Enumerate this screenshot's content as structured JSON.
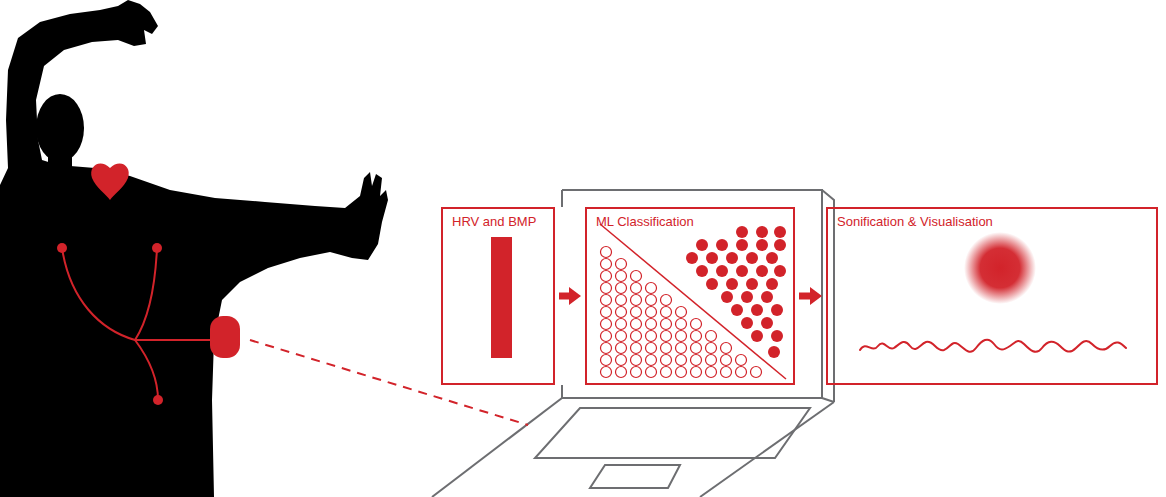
{
  "diagram": {
    "nodes": [
      {
        "text": [
          "HRV and BMP"
        ]
      },
      {
        "text": [
          "ML Classification"
        ]
      },
      {
        "text": [
          "Sonification & Visualisation"
        ]
      }
    ],
    "edges": [
      {
        "from": 0,
        "to": 1,
        "arrow": "to"
      },
      {
        "from": 1,
        "to": 2,
        "arrow": "to"
      }
    ]
  }
}
